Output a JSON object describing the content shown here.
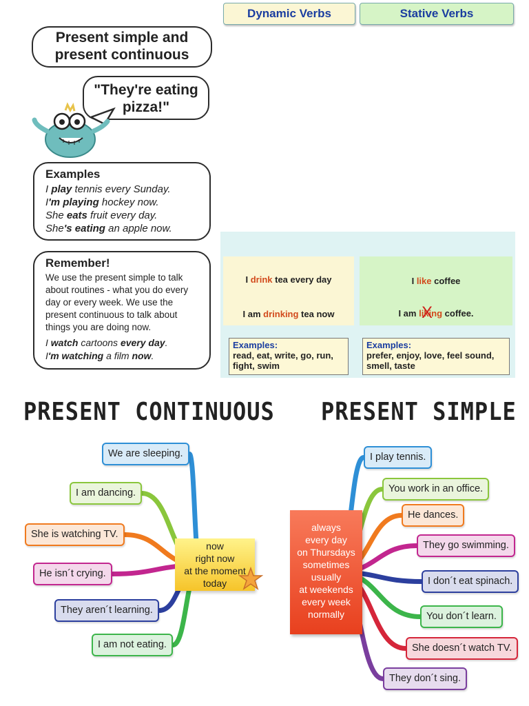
{
  "top_left": {
    "title": "Present simple and present continuous",
    "bubble": "\"They're eating pizza!\"",
    "examples": {
      "heading": "Examples",
      "lines": [
        {
          "pre": "I ",
          "bold": "play",
          "post": " tennis every Sunday."
        },
        {
          "pre": "I",
          "bold": "'m playing",
          "post": " hockey now."
        },
        {
          "pre": "She ",
          "bold": "eats",
          "post": " fruit every day."
        },
        {
          "pre": "She",
          "bold": "'s eating",
          "post": " an apple now."
        }
      ]
    },
    "remember": {
      "heading": "Remember!",
      "text": "We use the present simple to talk about routines - what you do every day or every week. We use the present continuous to talk about things you are doing now.",
      "ex1": {
        "pre": "I ",
        "bold1": "watch",
        "mid": " cartoons ",
        "bold2": "every day",
        "post": "."
      },
      "ex2": {
        "pre": "I",
        "bold1": "'m watching",
        "mid": " a film ",
        "bold2": "now",
        "post": "."
      }
    }
  },
  "verbs": {
    "dynamic": {
      "heading": "Dynamic Verbs",
      "s1": {
        "pre": "I ",
        "hl": "drink",
        "post": " tea every day"
      },
      "s2": {
        "pre": "I am ",
        "hl": "drinking",
        "post": " tea now"
      },
      "examples_label": "Examples:",
      "examples": "read, eat, write, go, run, fight, swim"
    },
    "stative": {
      "heading": "Stative Verbs",
      "s1": {
        "pre": "I ",
        "hl": "like",
        "post": " coffee"
      },
      "s2": {
        "pre": "I am ",
        "hl": "liking",
        "post": " coffee."
      },
      "cross": "X",
      "examples_label": "Examples:",
      "examples": "prefer, enjoy, love, feel sound, smell, taste"
    }
  },
  "continuous": {
    "title": "PRESENT CONTINUOUS",
    "center": [
      "now",
      "right now",
      "at the moment",
      "today"
    ],
    "items": [
      "We are sleeping.",
      "I am dancing.",
      "She is watching TV.",
      "He isn´t crying.",
      "They aren´t learning.",
      "I am not eating."
    ],
    "colors": [
      "#2e8fd6",
      "#8ac63c",
      "#f07a1e",
      "#c2268f",
      "#2c3f9e",
      "#3cb54a"
    ]
  },
  "simple": {
    "title": "PRESENT SIMPLE",
    "center": [
      "always",
      "every day",
      "on Thursdays",
      "sometimes",
      "usually",
      "at weekends",
      "every week",
      "normally"
    ],
    "items": [
      "I play tennis.",
      "You work in an office.",
      "He dances.",
      "They go swimming.",
      "I don´t eat spinach.",
      "You don´t learn.",
      "She doesn´t watch TV.",
      "They don´t sing."
    ],
    "colors": [
      "#2e8fd6",
      "#8ac63c",
      "#f07a1e",
      "#c2268f",
      "#2c3f9e",
      "#3cb54a",
      "#d5263a",
      "#7a3e9e"
    ]
  }
}
